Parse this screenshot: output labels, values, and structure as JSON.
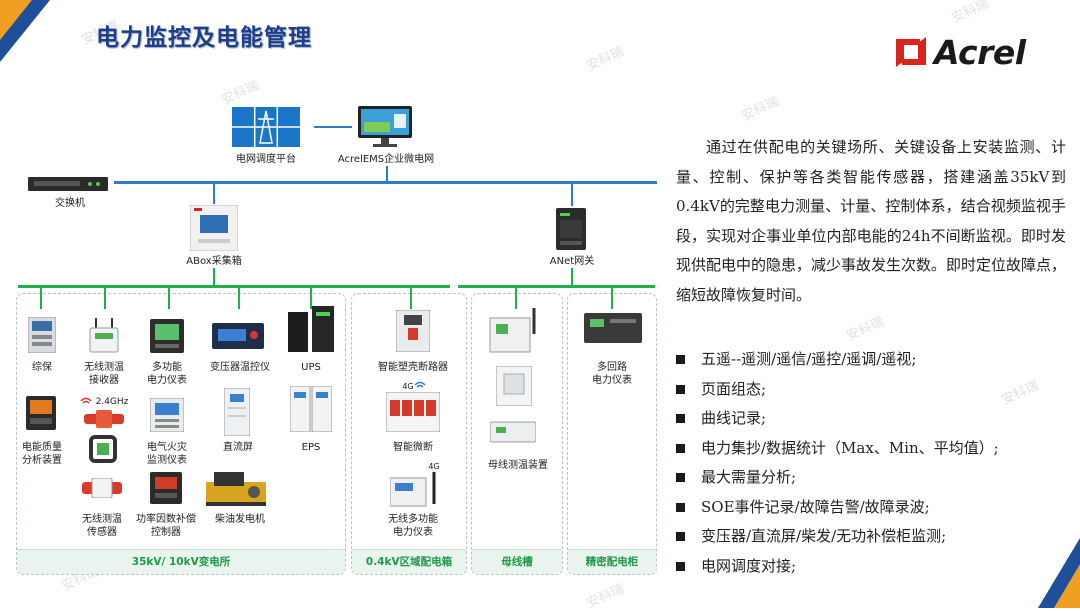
{
  "header": {
    "title": "电力监控及电能管理"
  },
  "brand": {
    "name": "Acrel",
    "watermark": "安科瑞",
    "color": "#d7251d"
  },
  "colors": {
    "primary": "#1d3f8a",
    "accent": "#f0a020",
    "line": "#22b04b"
  },
  "diagram": {
    "top": {
      "grid": "电网调度平台",
      "ems": "AcrelEMS企业微电网"
    },
    "switch": "交换机",
    "abox": "ABox采集箱",
    "anet": "ANet网关",
    "substation": {
      "title": "35kV/ 10kV变电所",
      "devices": {
        "d1": "综保",
        "d2": "无线测温\n接收器",
        "d3": "多功能\n电力仪表",
        "d4": "变压器温控仪",
        "d5": "UPS",
        "d6": "电能质量\n分析装置",
        "d7": "电气火灾\n监测仪表",
        "d8": "直流屏",
        "d9": "EPS",
        "d10": "无线测温\n传感器",
        "d11": "功率因数补偿\n控制器",
        "d12": "柴油发电机",
        "freq": "2.4GHz"
      }
    },
    "box": {
      "title": "0.4kV区域配电箱",
      "d1": "智能塑壳断路器",
      "d2": "智能微断",
      "d3": "无线多功能\n电力仪表",
      "g1": "4G",
      "g2": "4G"
    },
    "busway": {
      "title": "母线槽",
      "d1": "母线测温装置"
    },
    "cabinet": {
      "title": "精密配电柜",
      "d1": "多回路\n电力仪表"
    }
  },
  "description": "通过在供配电的关键场所、关键设备上安装监测、计量、控制、保护等各类智能传感器，搭建涵盖35kV到0.4kV的完整电力测量、计量、控制体系，结合视频监视手段，实现对企事业单位内部电能的24h不间断监视。即时发现供配电中的隐患，减少事故发生次数。即时定位故障点，缩短故障恢复时间。",
  "features": [
    "五遥--遥测/遥信/遥控/遥调/遥视;",
    "页面组态;",
    "曲线记录;",
    "电力集抄/数据统计（Max、Min、平均值）;",
    "最大需量分析;",
    "SOE事件记录/故障告警/故障录波;",
    "变压器/直流屏/柴发/无功补偿柜监测;",
    "电网调度对接;"
  ]
}
